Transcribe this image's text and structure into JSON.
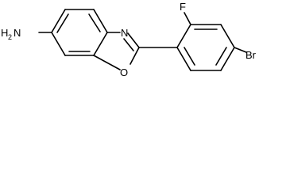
{
  "molecule": {
    "labels": {
      "amine_h": "H",
      "amine_h_count": "2",
      "amine_n": "N",
      "ring_n": "N",
      "ring_o": "O",
      "fluorine": "F",
      "bromine": "Br"
    }
  }
}
